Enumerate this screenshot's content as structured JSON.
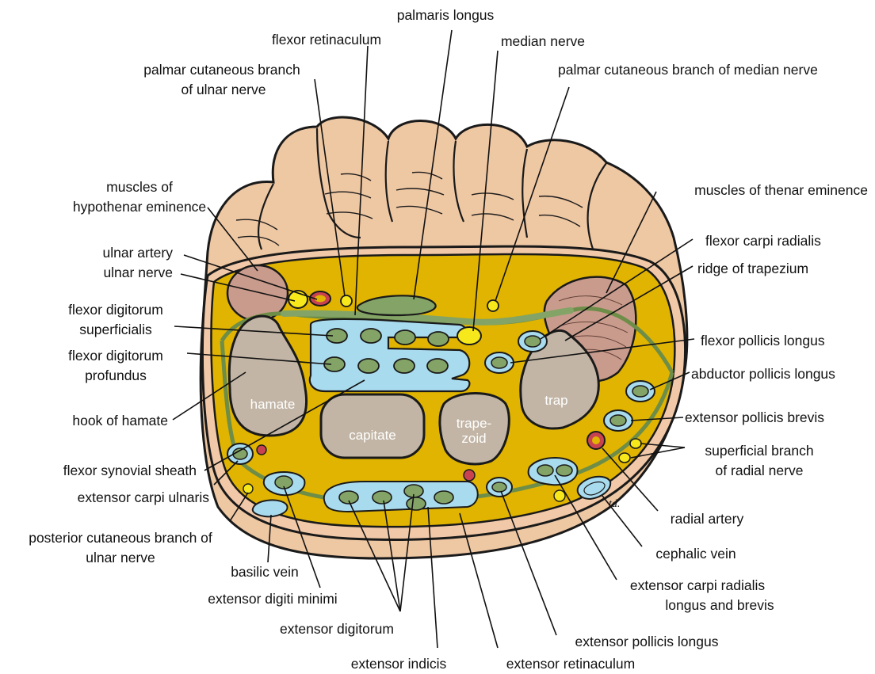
{
  "diagram": {
    "top_labels": {
      "palmaris_longus": "palmaris longus",
      "flexor_retinaculum": "flexor retinaculum",
      "median_nerve": "median nerve",
      "palmar_cut_ulnar_1": "palmar cutaneous branch",
      "palmar_cut_ulnar_2": "of ulnar nerve",
      "palmar_cut_median": "palmar cutaneous branch of median nerve"
    },
    "left_labels": {
      "hypothenar_1": "muscles of",
      "hypothenar_2": "hypothenar eminence",
      "ulnar_artery": "ulnar artery",
      "ulnar_nerve": "ulnar nerve",
      "fds_1": "flexor digitorum",
      "fds_2": "superficialis",
      "fdp_1": "flexor digitorum",
      "fdp_2": "profundus",
      "hook_hamate": "hook of hamate",
      "flexor_sheath": "flexor synovial sheath",
      "ecu": "extensor carpi ulnaris",
      "post_cut_1": "posterior cutaneous branch of",
      "post_cut_2": "ulnar nerve"
    },
    "right_labels": {
      "thenar": "muscles of thenar eminence",
      "fcr": "flexor carpi radialis",
      "ridge_trapezium": "ridge of trapezium",
      "fpl": "flexor pollicis longus",
      "apl": "abductor pollicis longus",
      "epb": "extensor pollicis brevis",
      "superficial_radial_1": "superficial branch",
      "superficial_radial_2": "of radial nerve",
      "radial_artery": "radial artery",
      "cephalic_vein": "cephalic vein",
      "ecrl_1": "extensor carpi radialis",
      "ecrl_2": "longus and brevis"
    },
    "bottom_labels": {
      "basilic_vein": "basilic vein",
      "edm": "extensor digiti minimi",
      "ed": "extensor digitorum",
      "epl": "extensor pollicis longus",
      "ei": "extensor indicis",
      "extensor_retinaculum": "extensor retinaculum"
    },
    "bones": {
      "hamate": "hamate",
      "capitate": "capitate",
      "trapezoid_1": "trape-",
      "trapezoid_2": "zoid",
      "trap": "trap"
    },
    "signature": "td."
  },
  "colors": {
    "skin": "#eec7a3",
    "fat": "#e0b400",
    "fascia": "#7f9a58",
    "tendon": "#83a466",
    "sheath": "#a9dbef",
    "bone": "#c2b5a5",
    "nerve": "#f6e81a",
    "artery": "#c8434f",
    "muscle": "#c99b8c"
  }
}
